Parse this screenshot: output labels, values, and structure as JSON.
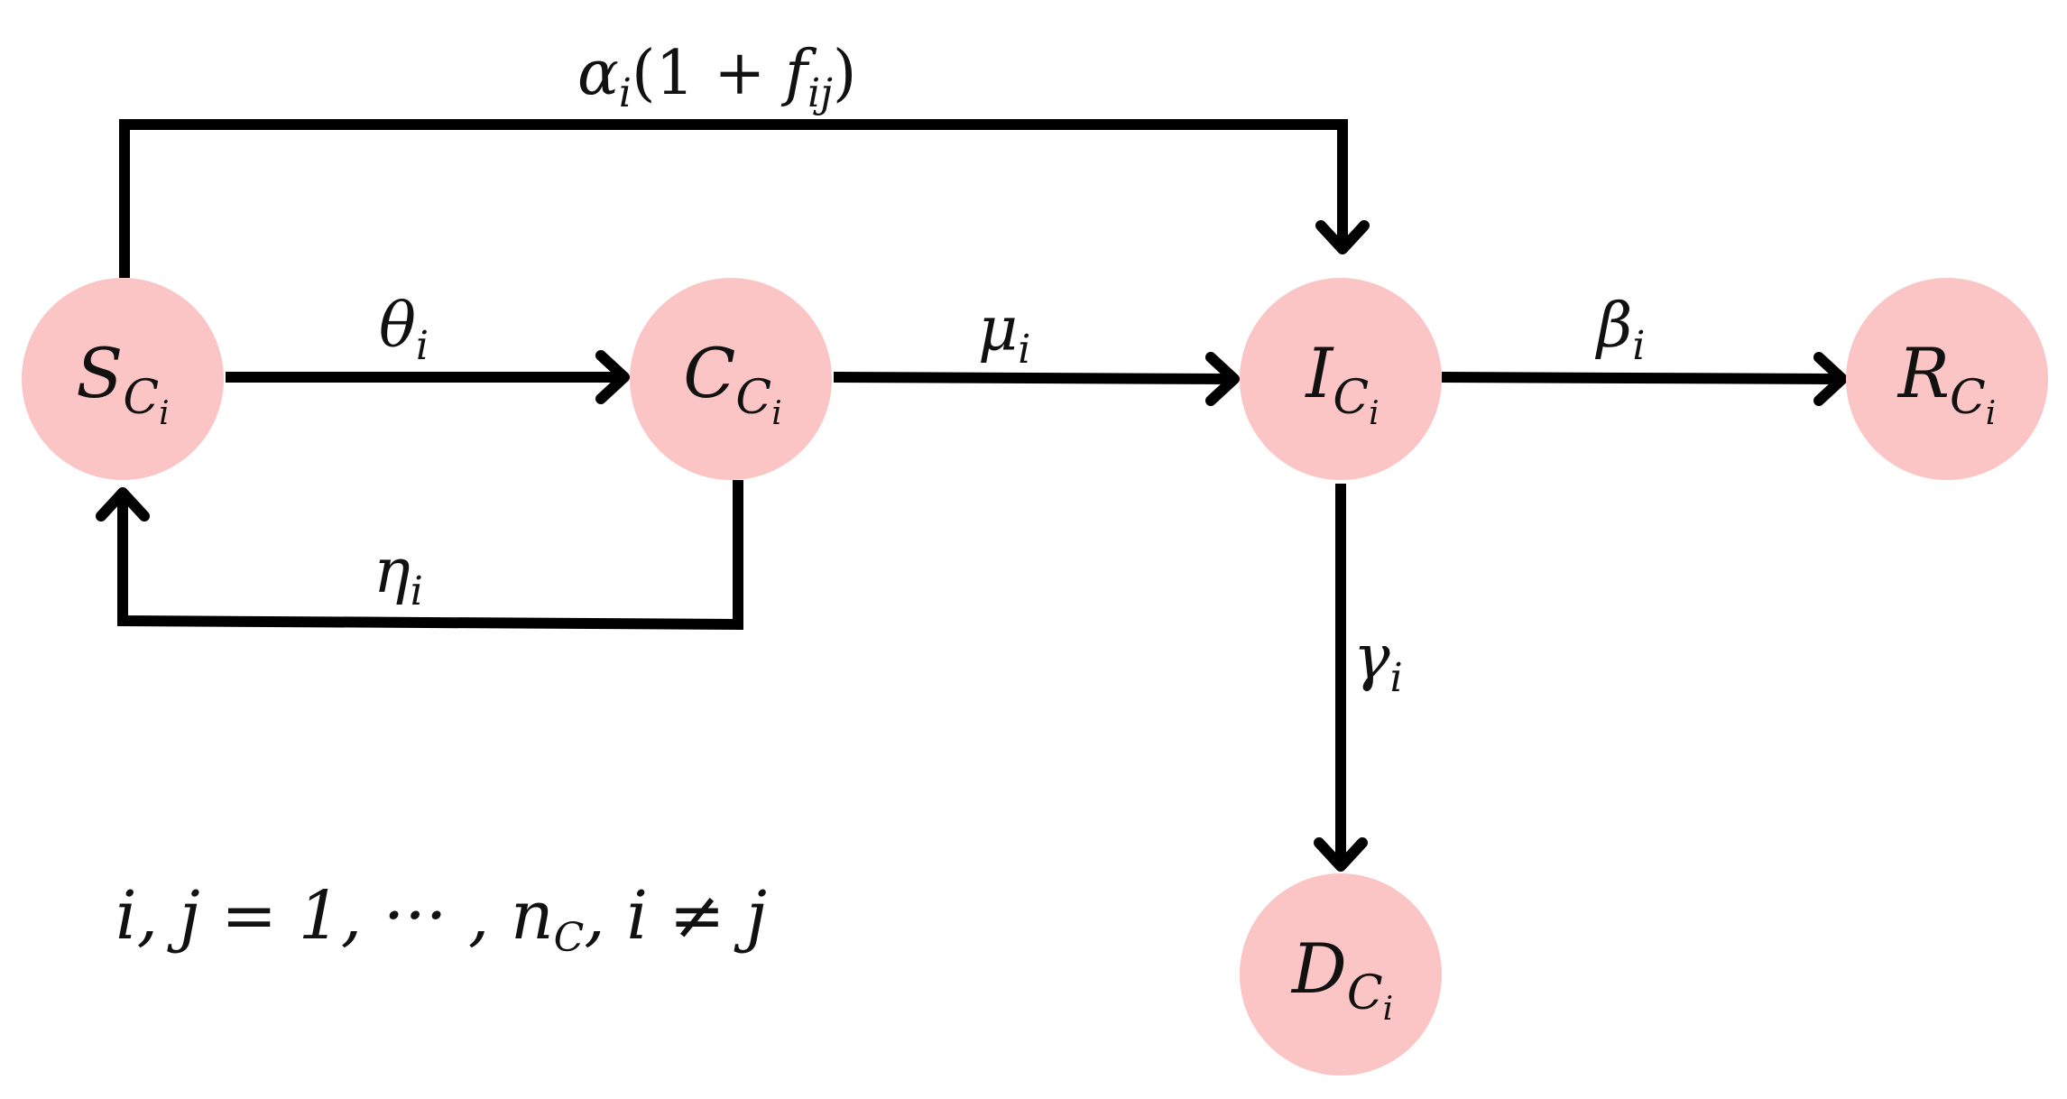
{
  "nodes": {
    "S": {
      "main": "S",
      "sub": "C",
      "subsub": "i"
    },
    "C": {
      "main": "C",
      "sub": "C",
      "subsub": "i"
    },
    "I": {
      "main": "I",
      "sub": "C",
      "subsub": "i"
    },
    "R": {
      "main": "R",
      "sub": "C",
      "subsub": "i"
    },
    "D": {
      "main": "D",
      "sub": "C",
      "subsub": "i"
    }
  },
  "edges": {
    "alpha": {
      "main": "α",
      "sub": "i",
      "rest_open": "(1 + ",
      "f": "f",
      "f_sub": "ij",
      "rest_close": ")"
    },
    "theta": {
      "main": "θ",
      "sub": "i"
    },
    "eta": {
      "main": "η",
      "sub": "i"
    },
    "mu": {
      "main": "μ",
      "sub": "i"
    },
    "beta": {
      "main": "β",
      "sub": "i"
    },
    "gamma": {
      "main": "γ",
      "sub": "i"
    }
  },
  "index_condition": {
    "part1": "i, j = 1, ··· , n",
    "n_sub": "C",
    "part2": ", i ≠ j"
  },
  "colors": {
    "node_fill": "#fcc5c5",
    "edge_stroke": "#000000"
  }
}
